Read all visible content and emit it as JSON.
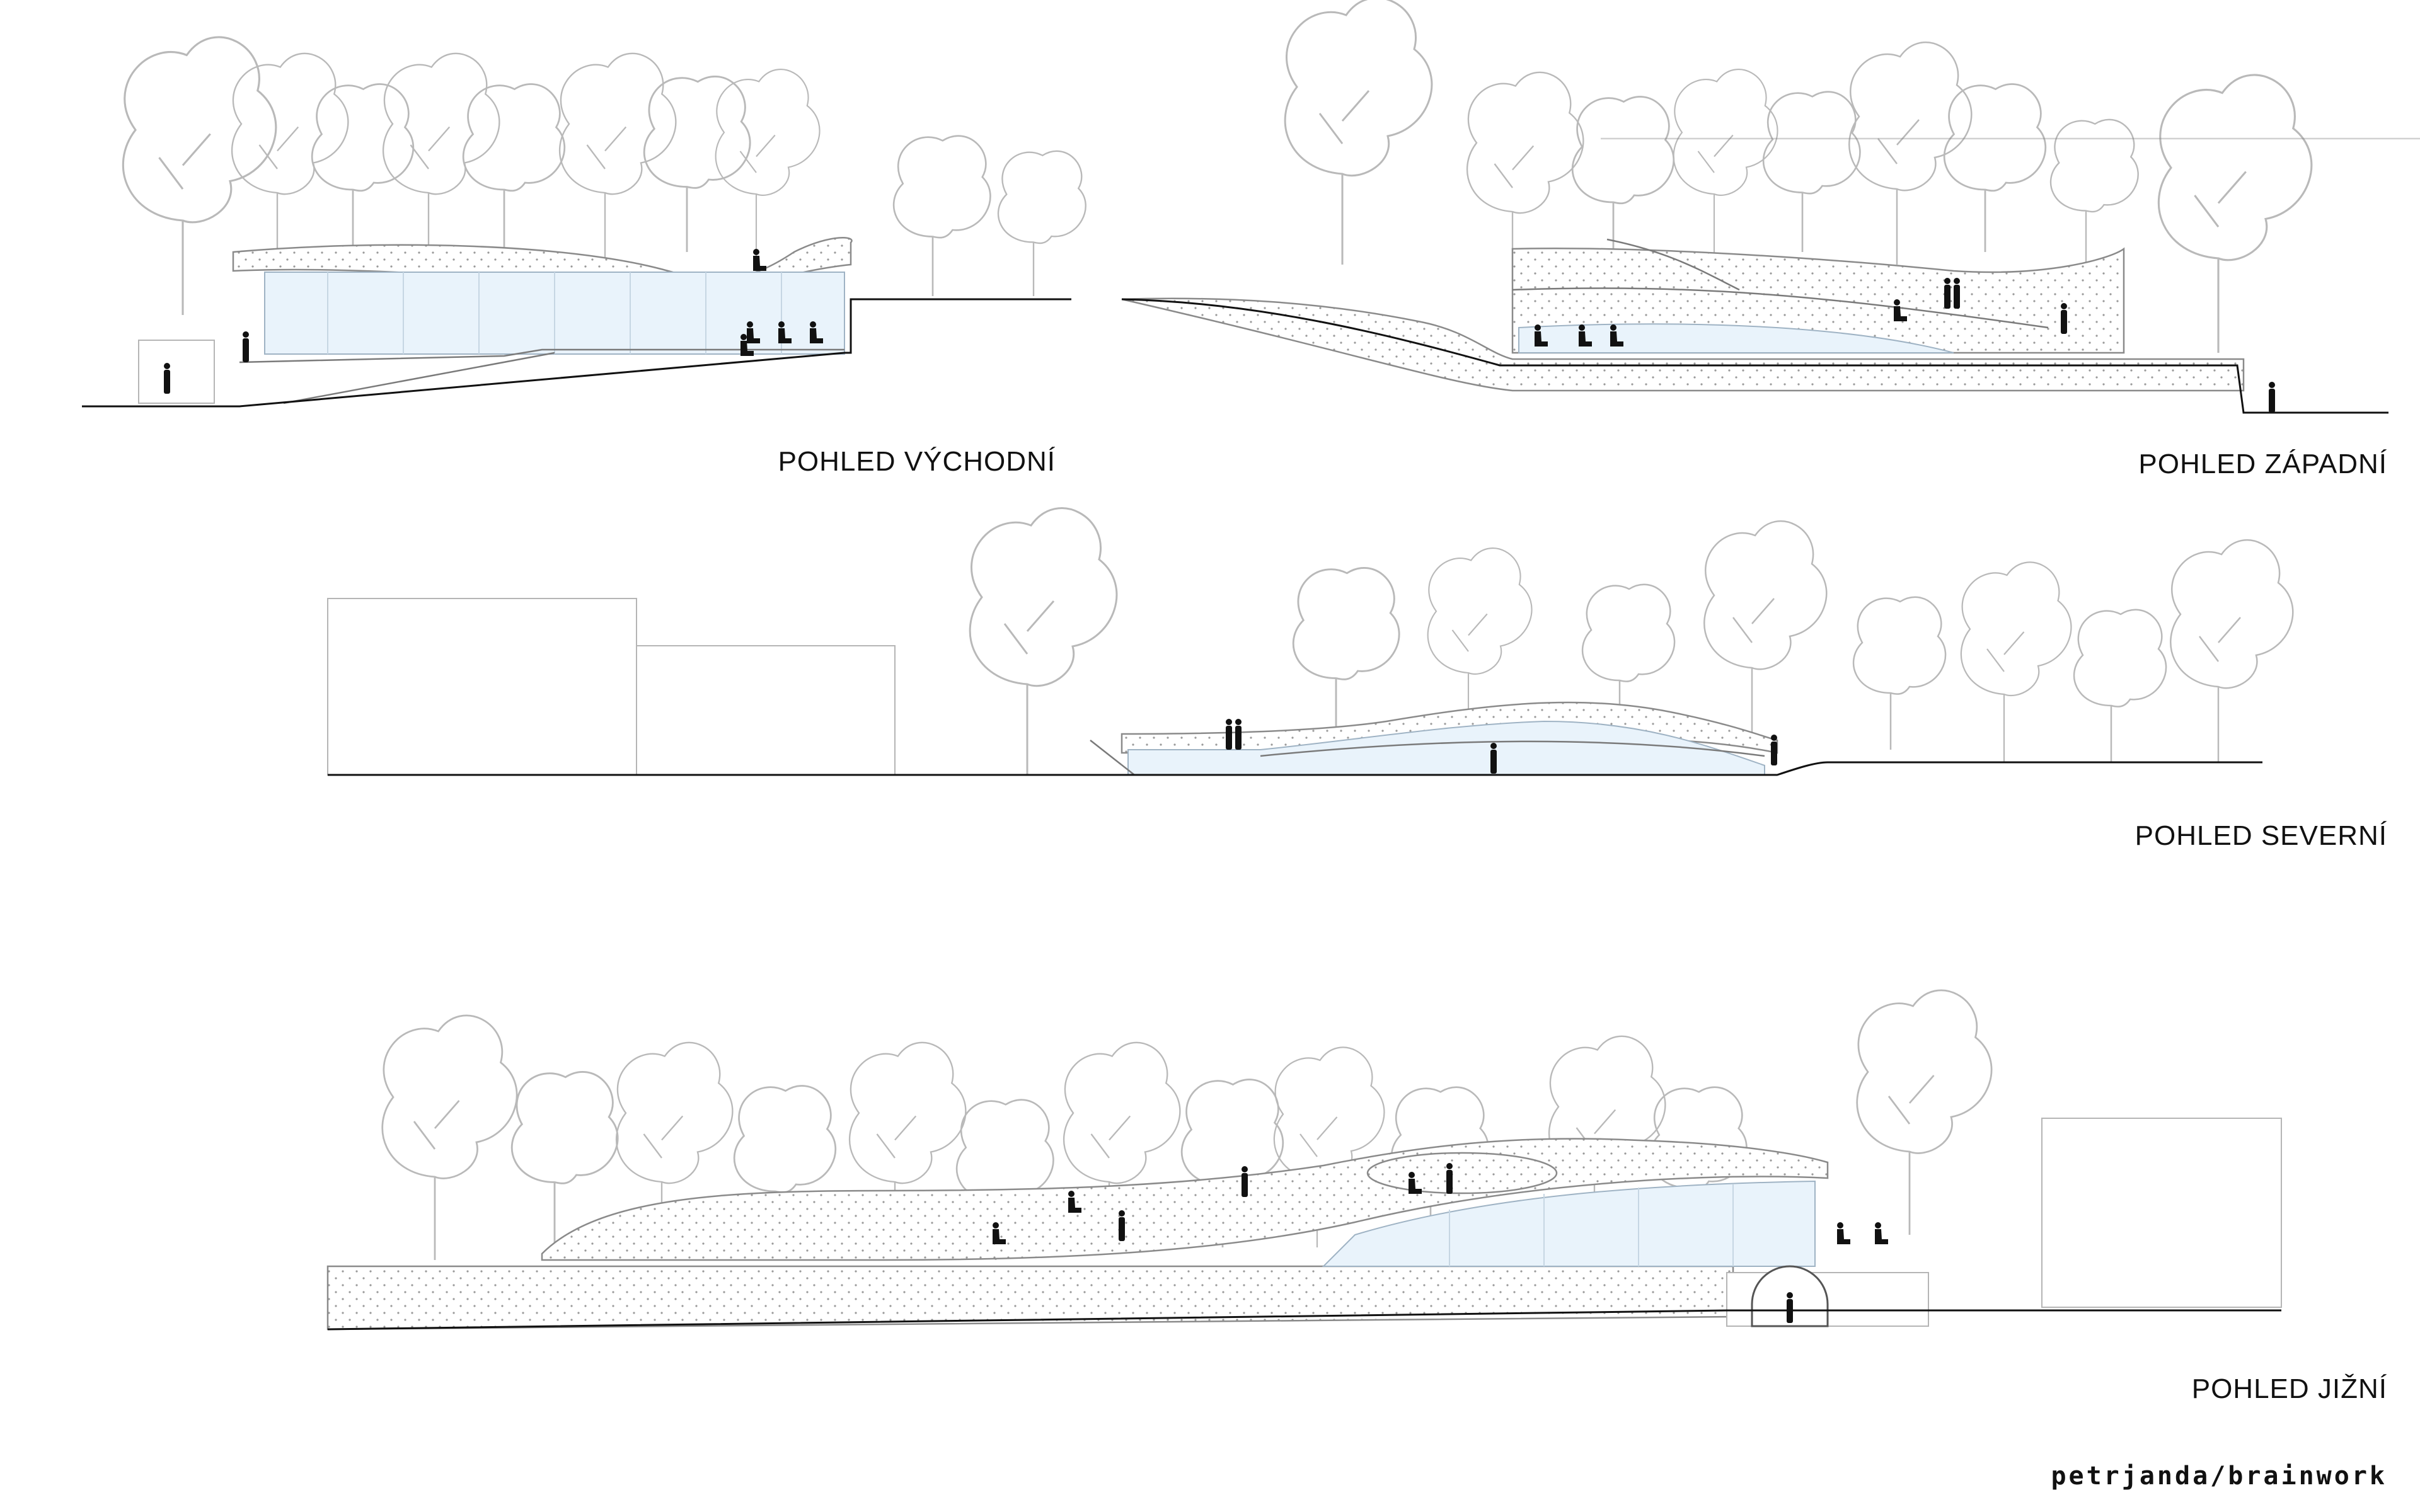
{
  "views": [
    {
      "id": "east",
      "title": "POHLED VÝCHODNÍ"
    },
    {
      "id": "west",
      "title": "POHLED ZÁPADNÍ"
    },
    {
      "id": "north",
      "title": "POHLED SEVERNÍ"
    },
    {
      "id": "south",
      "title": "POHLED JIŽNÍ"
    }
  ],
  "credit": "petrjanda/brainwork",
  "colors": {
    "line": "#111111",
    "tree": "#b9b9b9",
    "glass": "#e9f3fb",
    "hatch": "#9a9a9a"
  }
}
